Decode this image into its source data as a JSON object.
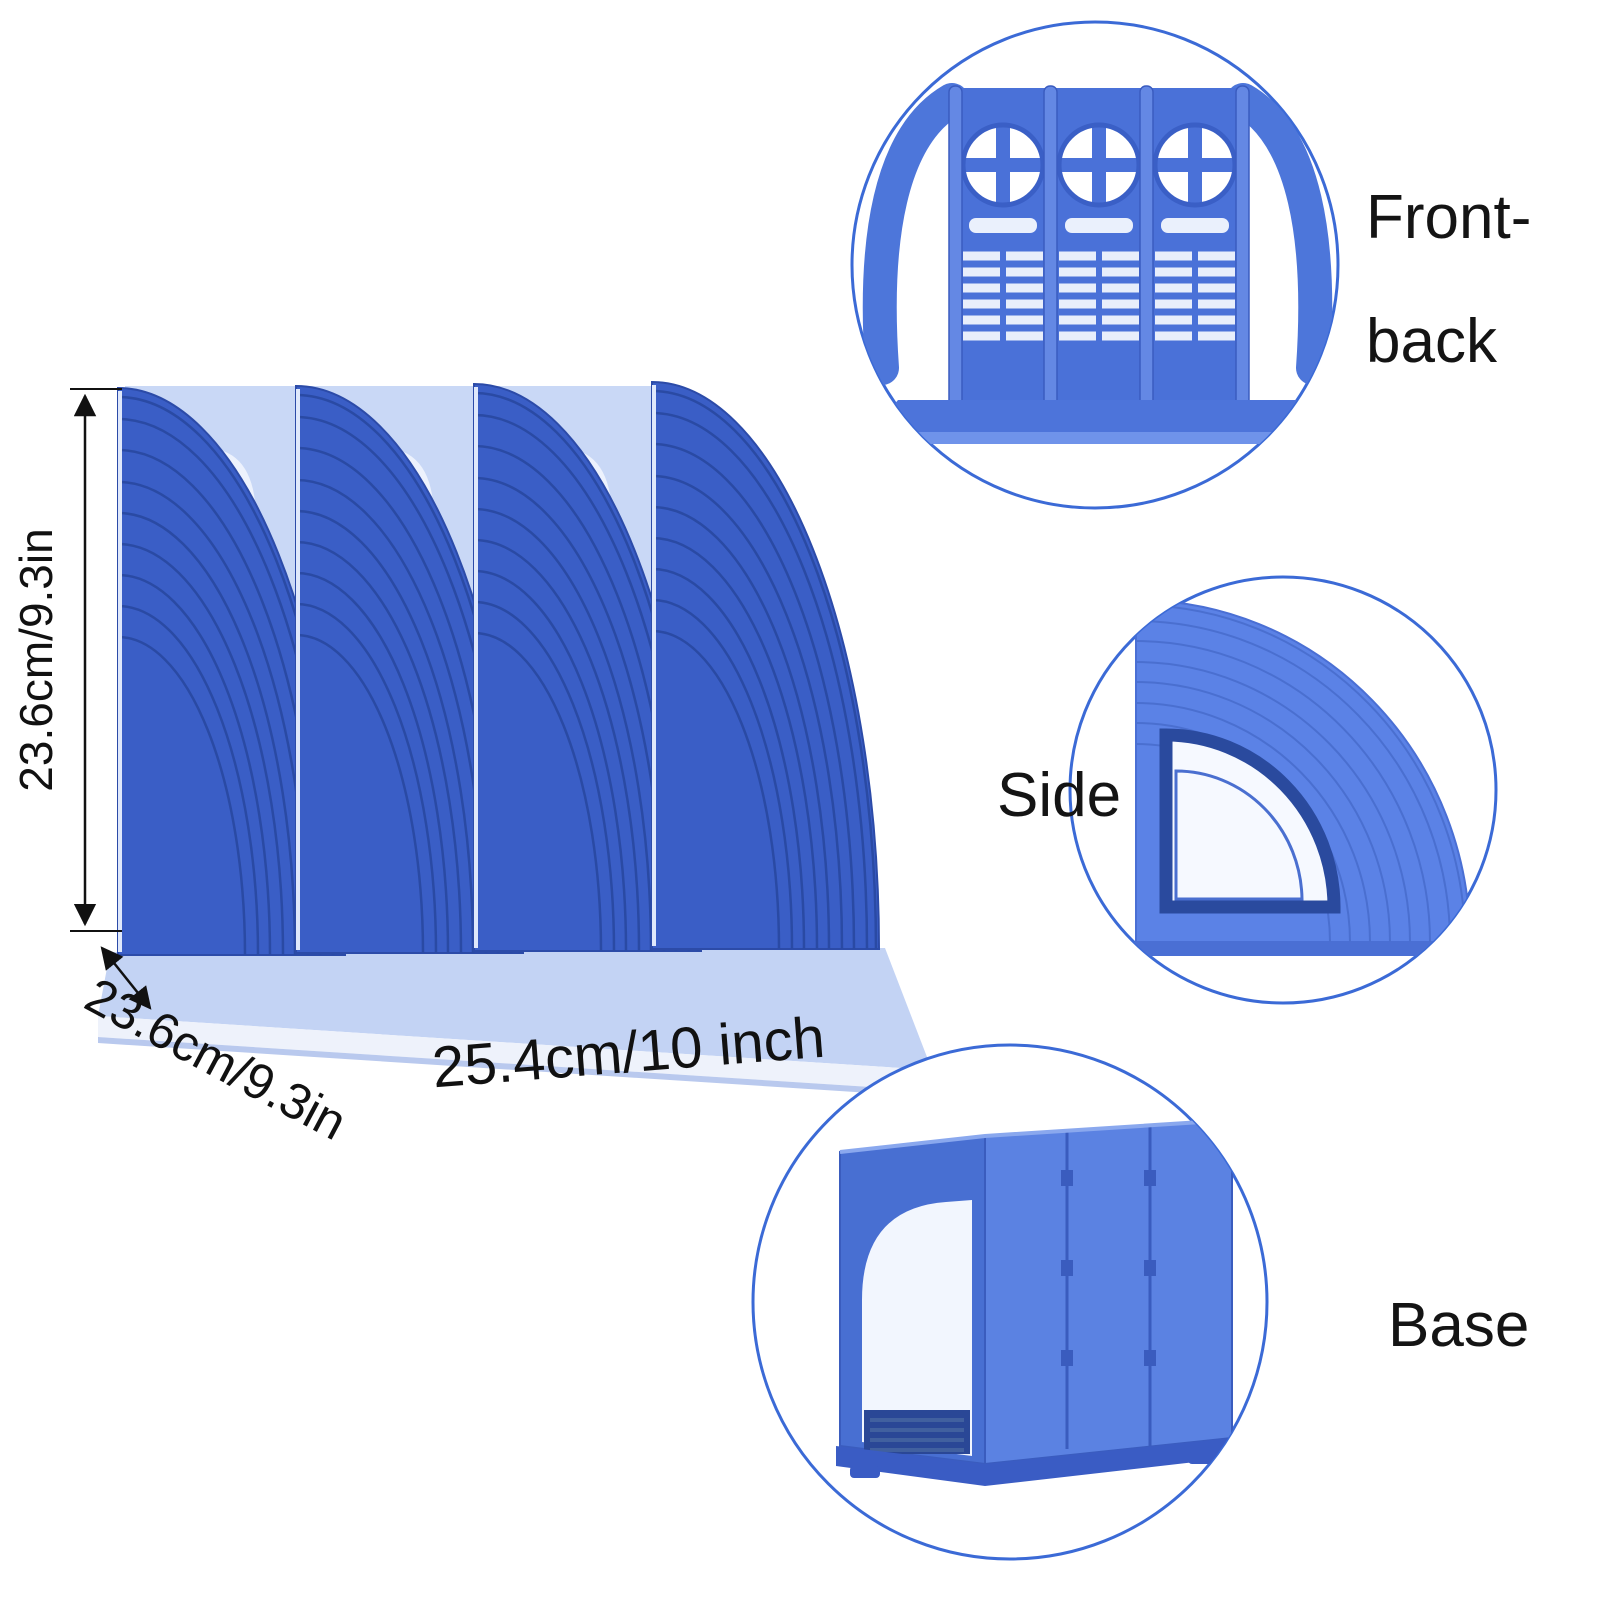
{
  "dimensions": {
    "height": "23.6cm/9.3in",
    "depth": "23.6cm/9.3in",
    "width": "25.4cm/10 inch"
  },
  "views": {
    "front_back_line1": "Front-",
    "front_back_line2": "back",
    "side": "Side",
    "base": "Base"
  },
  "colors": {
    "product_blue": "#3a5ec6",
    "product_blue_mid": "#4a71d8",
    "product_blue_light": "#c9d8f6",
    "groove_blue": "#2a4aa4",
    "accent_circle": "#3b6ad6",
    "text": "#111111"
  }
}
